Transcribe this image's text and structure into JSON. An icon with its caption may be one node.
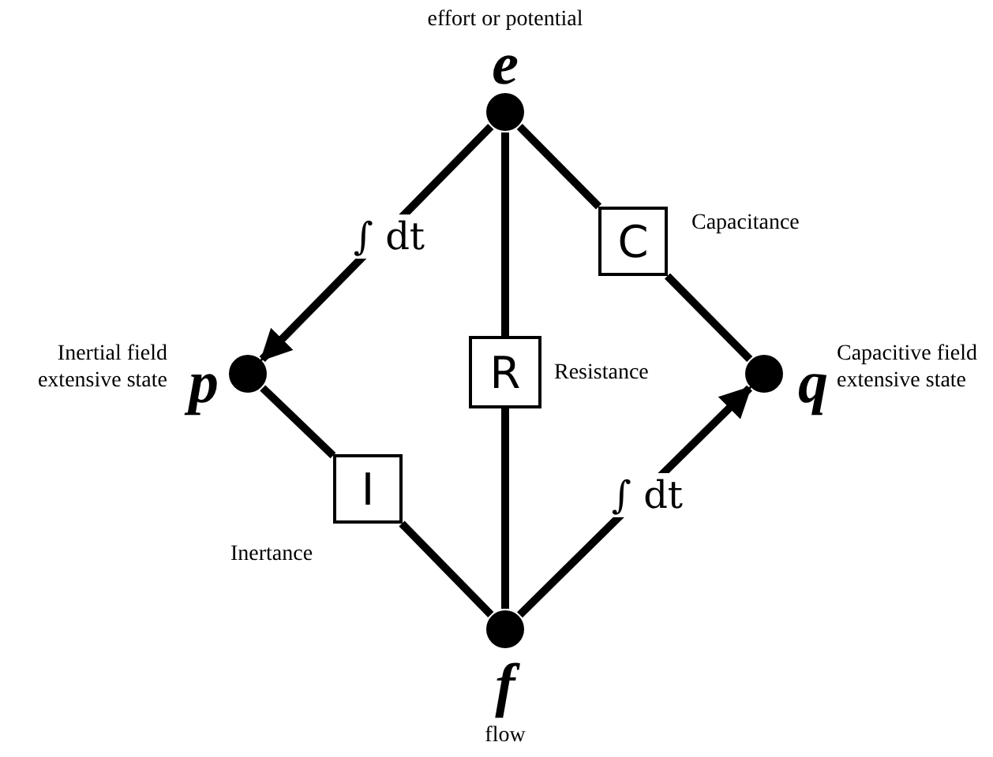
{
  "diagram": {
    "nodes": [
      {
        "text": [],
        "shape": "circle",
        "beside": [
          "effort or potential",
          "e"
        ]
      },
      {
        "text": [
          "C"
        ],
        "beside": [
          "Capacitance"
        ]
      },
      {
        "text": [],
        "shape": "circle",
        "beside": [
          "Inertial field extensive state",
          "p"
        ]
      },
      {
        "text": [
          "R"
        ],
        "beside": [
          "Resistance"
        ]
      },
      {
        "text": [],
        "shape": "circle",
        "beside": [
          "q",
          "Capacitive field extensive state"
        ]
      },
      {
        "text": [
          "I"
        ],
        "beside": [
          "Inertance"
        ]
      },
      {
        "text": [],
        "shape": "circle",
        "beside": [
          "f",
          "flow"
        ]
      }
    ],
    "edges": [
      {
        "from": 0,
        "to": 2,
        "arrow": "to",
        "label": "∫ dt"
      },
      {
        "from": 0,
        "to": 1,
        "arrow": "none"
      },
      {
        "from": 1,
        "to": 4,
        "arrow": "none"
      },
      {
        "from": 0,
        "to": 3,
        "arrow": "none"
      },
      {
        "from": 3,
        "to": 6,
        "arrow": "none"
      },
      {
        "from": 2,
        "to": 5,
        "arrow": "none"
      },
      {
        "from": 5,
        "to": 6,
        "arrow": "none"
      },
      {
        "from": 6,
        "to": 4,
        "arrow": "to",
        "label": "∫ dt"
      }
    ]
  }
}
